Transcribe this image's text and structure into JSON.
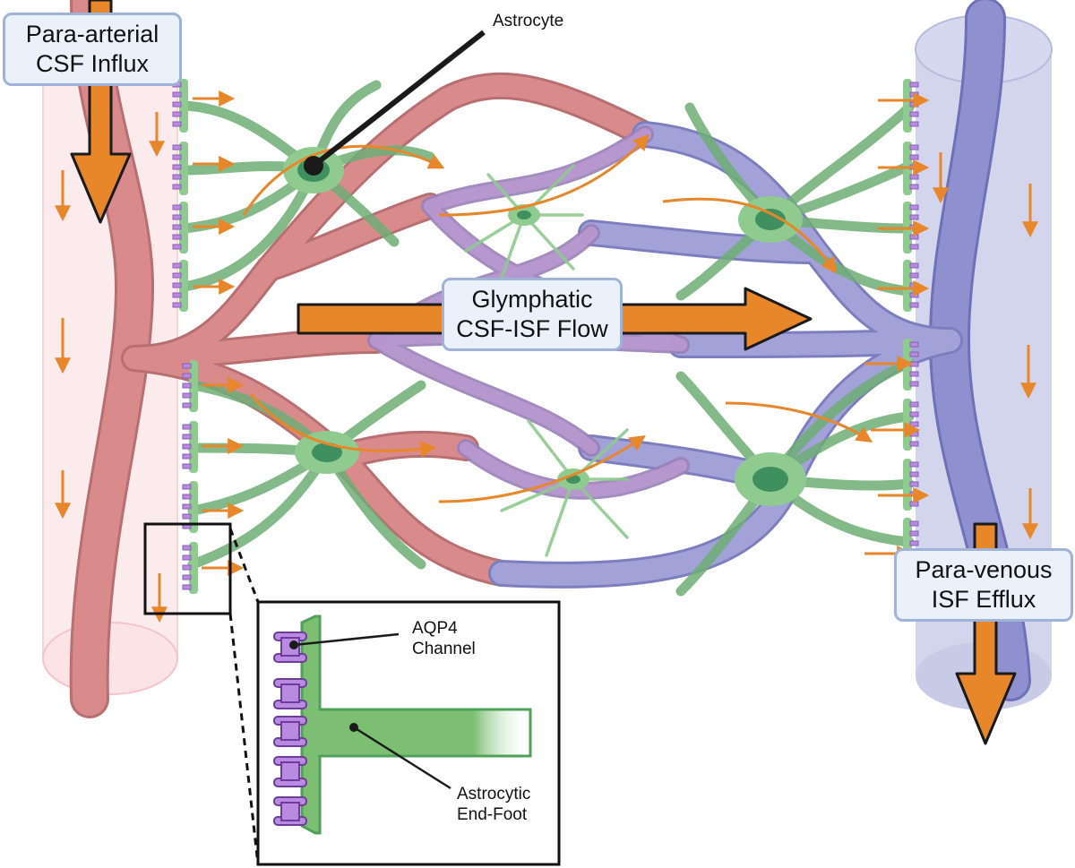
{
  "labels": {
    "para_arterial": {
      "line1": "Para-arterial",
      "line2": "CSF Influx"
    },
    "glymphatic": {
      "line1": "Glymphatic",
      "line2": "CSF-ISF Flow"
    },
    "para_venous": {
      "line1": "Para-venous",
      "line2": "ISF Efflux"
    },
    "astrocyte": "Astrocyte",
    "aqp4": {
      "line1": "AQP4",
      "line2": "Channel"
    },
    "end_foot": {
      "line1": "Astrocytic",
      "line2": "End-Foot"
    }
  },
  "colors": {
    "artery": "#d98b8b",
    "artery_sheath": "#fbe3e6",
    "vein": "#8f90cf",
    "vein_sheath": "#c7cbe6",
    "astrocyte": "#8fcb8f",
    "astrocyte_nucleus": "#3f8f5f",
    "aqp4_channel": "#b88be0",
    "flow_arrow": "#e8862a",
    "label_box_fill": "#ebf1fa",
    "label_box_border": "#9fb3d8"
  }
}
